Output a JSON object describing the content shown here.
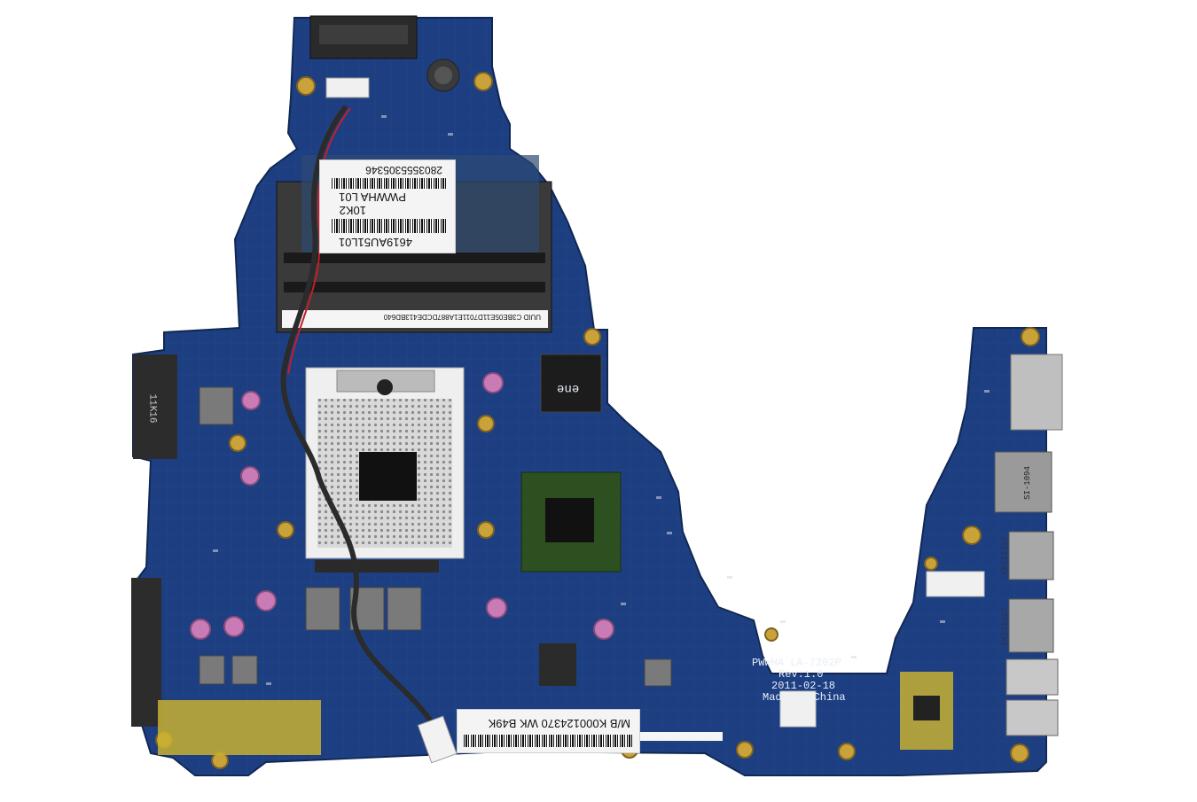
{
  "board": {
    "colors": {
      "pcb": "#1d3f82",
      "pcb_dark": "#14306a",
      "copper": "#c9a23a",
      "socket": "#d8d8d8",
      "tape": "#c8b032"
    },
    "silkscreen": {
      "model": "PWWHA LA-7202P",
      "rev": "Rev:1.0",
      "date": "2011-02-18",
      "origin": "Made In China",
      "chip_brand": "ene"
    },
    "stickers": {
      "top_line1": "4619AU51L01",
      "top_line2": "10K2",
      "top_line3": "PWWHA L01",
      "top_line4": "2803555305346",
      "uuid": "UUID  C3BE05E11D7011E1A887DCDE413BD640",
      "mb": "M/B K000124370 WK B49K"
    },
    "ports": {
      "usb_a": "CK111117",
      "usb_b": "CK111117",
      "rj45": "SI-1094",
      "sata_left": "11K16"
    }
  }
}
